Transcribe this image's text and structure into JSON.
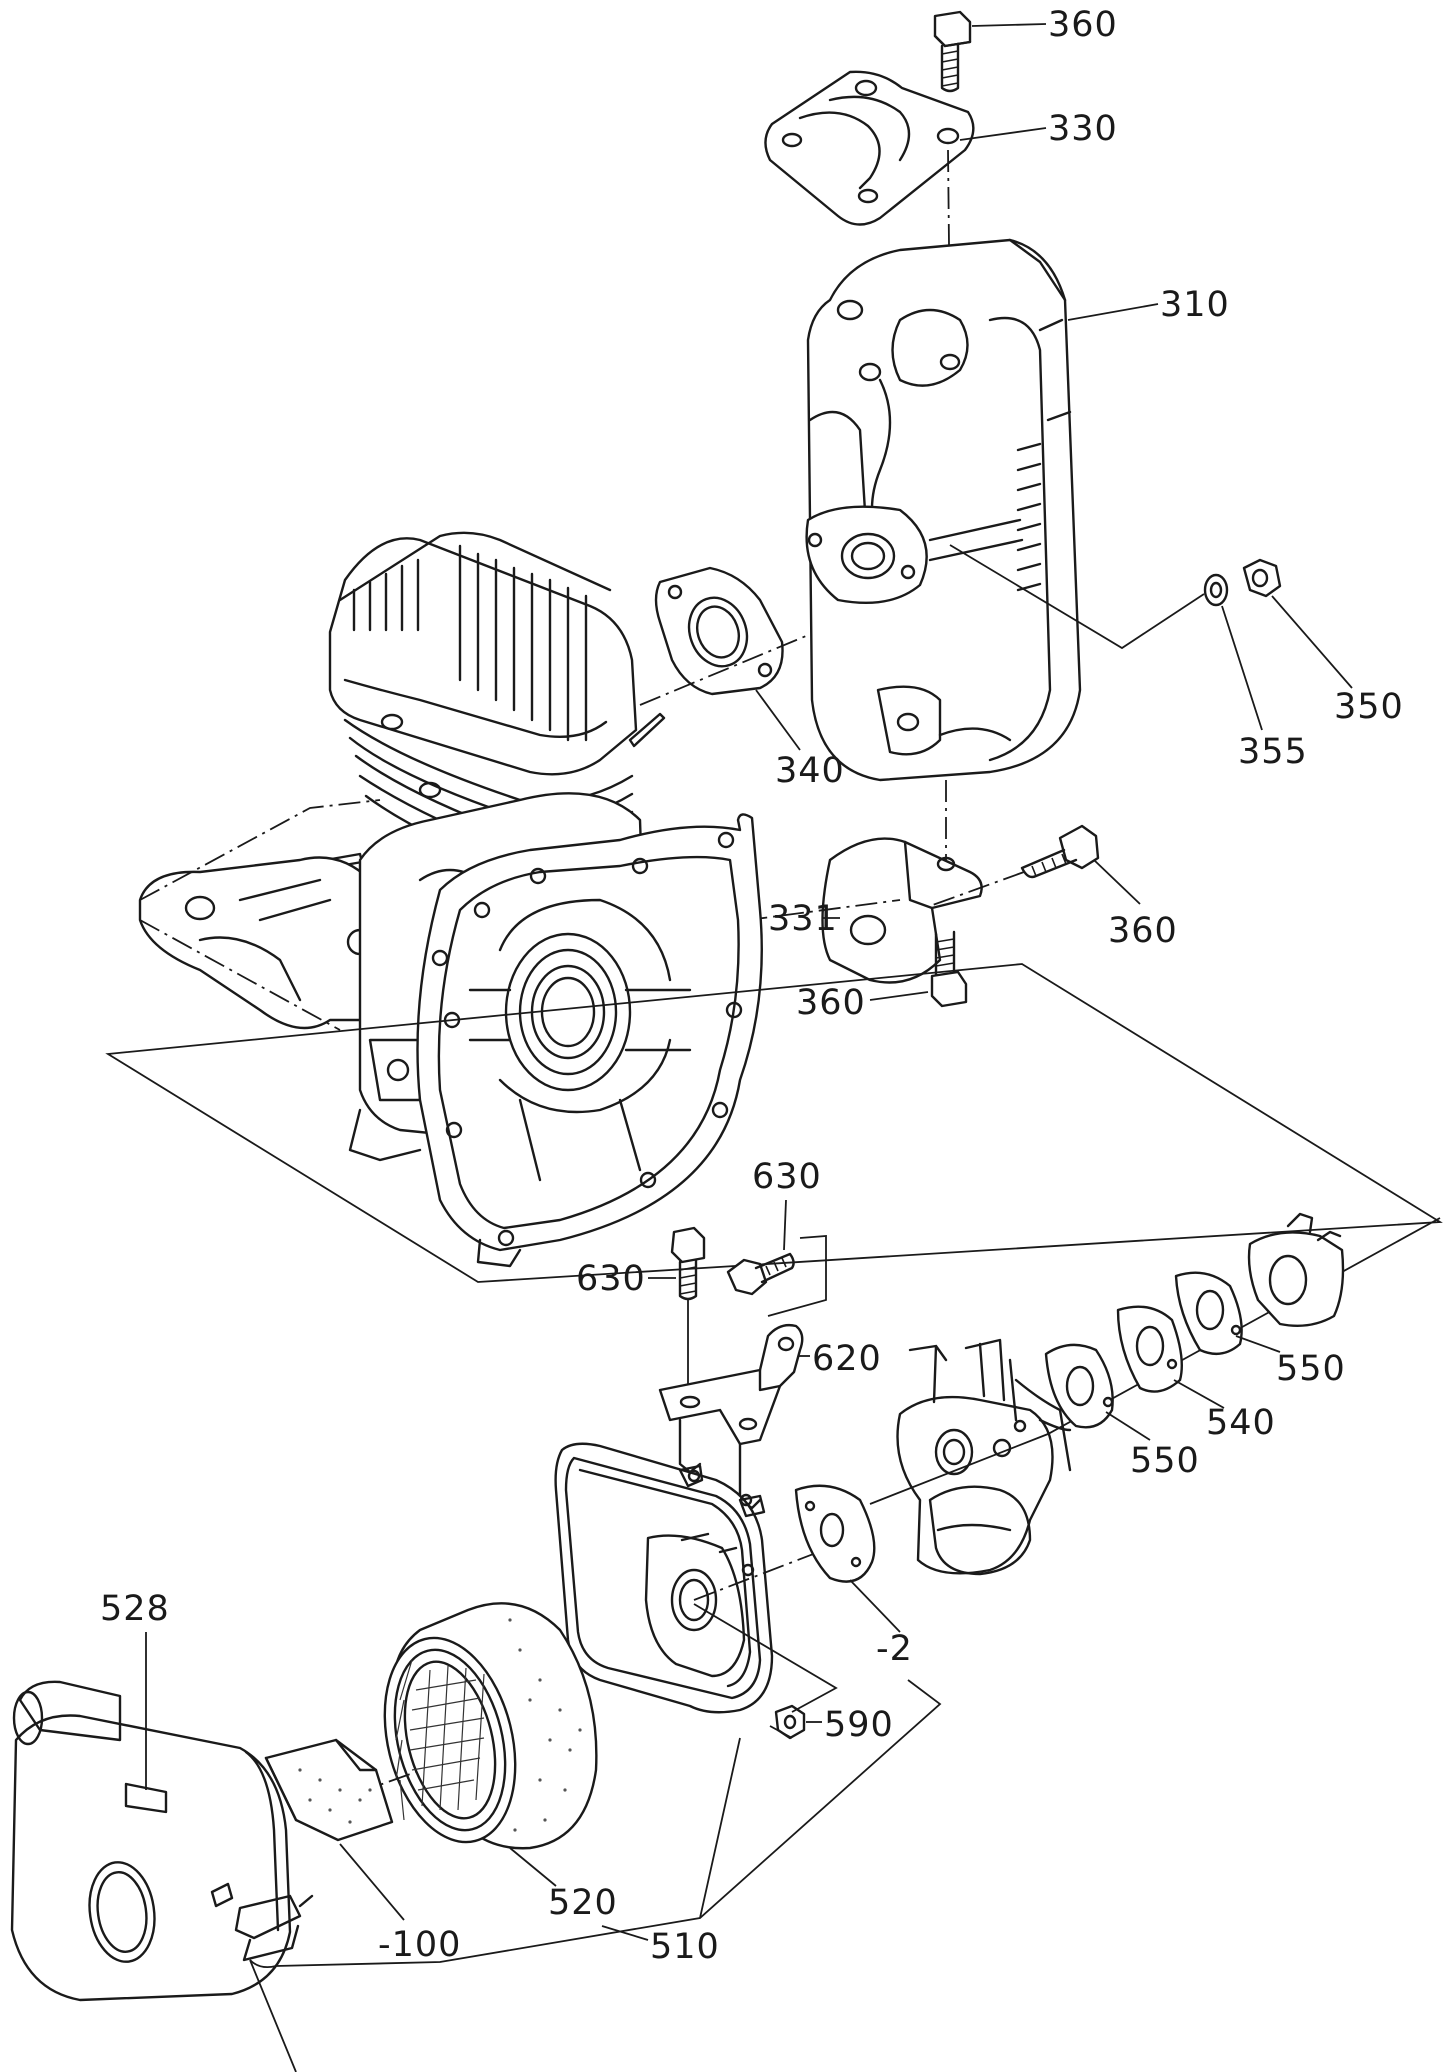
{
  "labels": {
    "p360_top": "360",
    "p330": "330",
    "p310": "310",
    "p340": "340",
    "p355": "355",
    "p350": "350",
    "p331": "331",
    "p360_right": "360",
    "p360_bottom": "360",
    "p630_upper": "630",
    "p630_left": "630",
    "p620": "620",
    "p550_right": "550",
    "p540": "540",
    "p550_left": "550",
    "p2": "-2",
    "p528": "528",
    "p590": "590",
    "p520": "520",
    "p100": "-100",
    "p510": "510"
  },
  "colors": {
    "ink": "#1a1a1a",
    "paper": "#ffffff"
  }
}
